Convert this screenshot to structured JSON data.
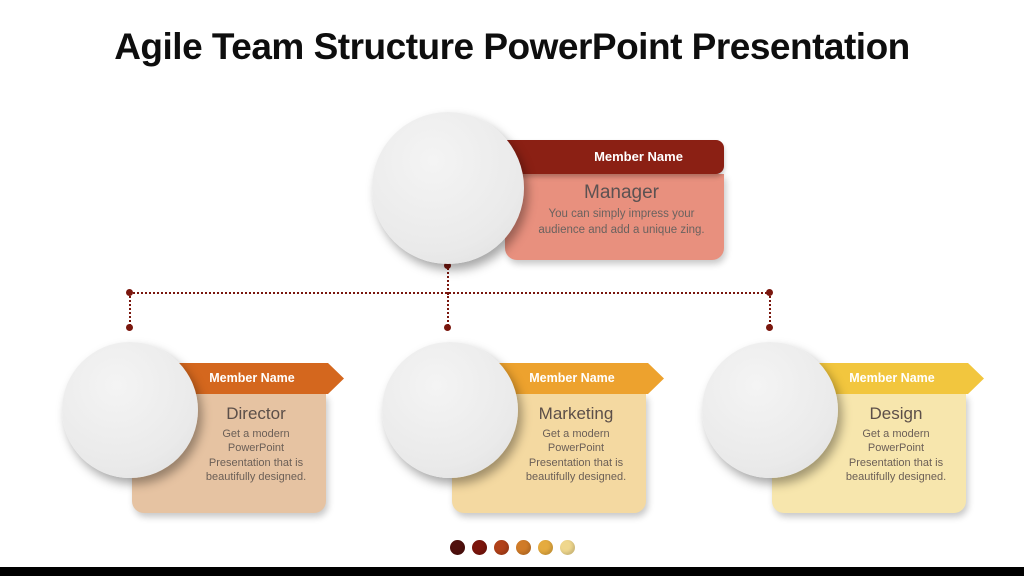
{
  "slide": {
    "title": "Agile Team Structure PowerPoint Presentation"
  },
  "manager": {
    "banner_label": "Member Name",
    "role": "Manager",
    "description": "You can simply impress your audience and add a unique zing.",
    "banner_color": "#8b2014",
    "body_color": "#e8907e"
  },
  "members": [
    {
      "banner_label": "Member Name",
      "role": "Director",
      "description": "Get a modern PowerPoint Presentation that is beautifully designed.",
      "banner_color": "#d4671e",
      "body_color": "#e6c3a2"
    },
    {
      "banner_label": "Member Name",
      "role": "Marketing",
      "description": "Get a modern PowerPoint Presentation that is beautifully designed.",
      "banner_color": "#eda22e",
      "body_color": "#f4d9a1"
    },
    {
      "banner_label": "Member Name",
      "role": "Design",
      "description": "Get a modern PowerPoint Presentation that is beautifully designed.",
      "banner_color": "#f2c63e",
      "body_color": "#f7e6ad"
    }
  ],
  "connector_color": "#7a170e",
  "palette": [
    "#51100d",
    "#7c150c",
    "#b14119",
    "#d07b28",
    "#e5ab3f",
    "#efd78d"
  ]
}
